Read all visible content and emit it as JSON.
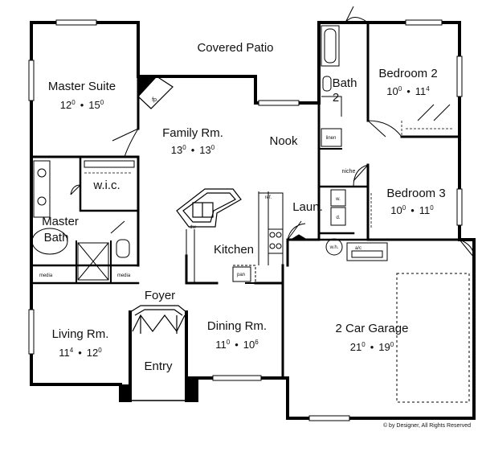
{
  "rooms": {
    "covered_patio": "Covered Patio",
    "master_suite": "Master Suite",
    "master_suite_dim_w": "12",
    "master_suite_dim_w_sup": "0",
    "master_suite_dim_l": "15",
    "master_suite_dim_l_sup": "0",
    "family": "Family Rm.",
    "family_dim_w": "13",
    "family_dim_w_sup": "0",
    "family_dim_l": "13",
    "family_dim_l_sup": "0",
    "nook": "Nook",
    "bath": "Bath",
    "bath_num": "2",
    "bedroom2": "Bedroom 2",
    "bedroom2_dim_w": "10",
    "bedroom2_dim_w_sup": "0",
    "bedroom2_dim_l": "11",
    "bedroom2_dim_l_sup": "4",
    "bedroom3": "Bedroom 3",
    "bedroom3_dim_w": "10",
    "bedroom3_dim_w_sup": "0",
    "bedroom3_dim_l": "11",
    "bedroom3_dim_l_sup": "0",
    "wic": "w.i.c.",
    "master_bath_1": "Master",
    "master_bath_2": "Bath",
    "laundry": "Laun.",
    "kitchen": "Kitchen",
    "foyer": "Foyer",
    "living": "Living Rm.",
    "living_dim_w": "11",
    "living_dim_w_sup": "4",
    "living_dim_l": "12",
    "living_dim_l_sup": "0",
    "dining": "Dining Rm.",
    "dining_dim_w": "11",
    "dining_dim_w_sup": "0",
    "dining_dim_l": "10",
    "dining_dim_l_sup": "6",
    "entry": "Entry",
    "garage": "2 Car Garage",
    "garage_dim_w": "21",
    "garage_dim_w_sup": "0",
    "garage_dim_l": "19",
    "garage_dim_l_sup": "0"
  },
  "fixtures": {
    "fp": "fp.",
    "linen": "linen",
    "niche": "niche",
    "ref": "ref.",
    "dw": "dw",
    "pan": "pan",
    "media_left": "media",
    "media_right": "media",
    "wh": "w.h.",
    "ac": "a/c",
    "dryer": "d.",
    "washer": "w."
  },
  "separator": "•",
  "copyright": "© by Designer, All Rights Reserved"
}
